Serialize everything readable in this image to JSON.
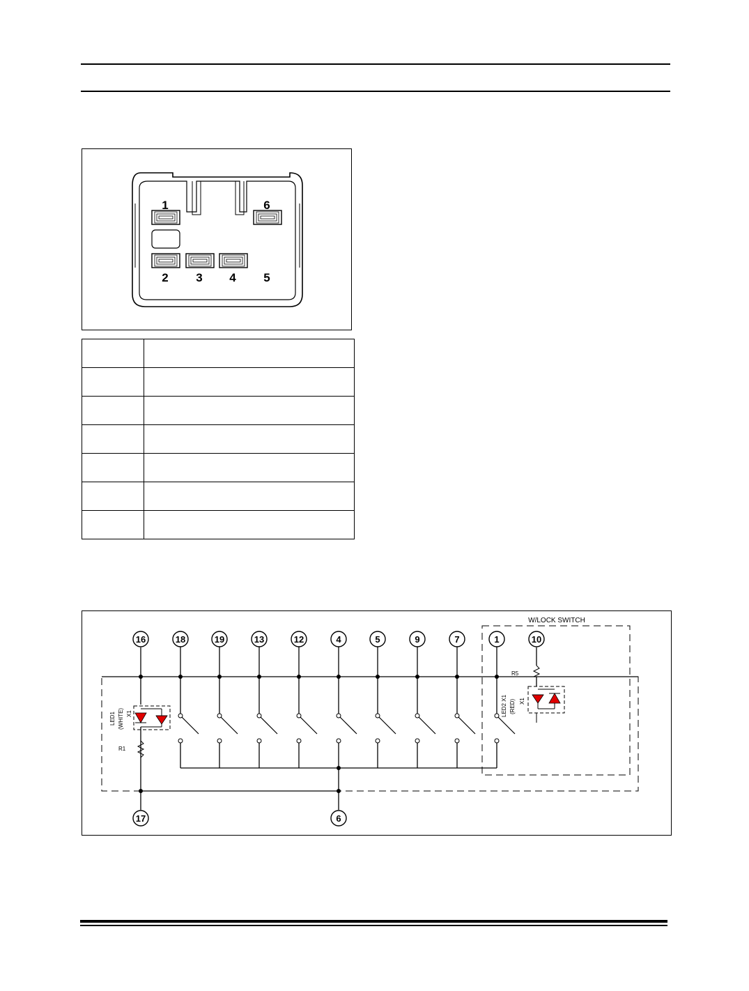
{
  "connector": {
    "pins": [
      {
        "label": "1",
        "cavity": "filled"
      },
      {
        "label": "6",
        "cavity": "filled"
      },
      {
        "label": "2",
        "cavity": "filled"
      },
      {
        "label": "3",
        "cavity": "filled"
      },
      {
        "label": "4",
        "cavity": "filled"
      },
      {
        "label": "5",
        "cavity": "empty"
      }
    ]
  },
  "pin_table": {
    "rows": [
      {
        "pin": "",
        "description": ""
      },
      {
        "pin": "",
        "description": ""
      },
      {
        "pin": "",
        "description": ""
      },
      {
        "pin": "",
        "description": ""
      },
      {
        "pin": "",
        "description": ""
      },
      {
        "pin": "",
        "description": ""
      },
      {
        "pin": "",
        "description": ""
      }
    ]
  },
  "schematic": {
    "top_terminals": [
      "16",
      "18",
      "19",
      "13",
      "12",
      "4",
      "5",
      "9",
      "7",
      "1",
      "10"
    ],
    "bottom_terminals": [
      "17",
      "6"
    ],
    "wlock_title": "W/LOCK SWITCH",
    "led1_label": "LED1",
    "led1_color": "(WHITE)",
    "led1_ref": "X1",
    "r1_label": "R1",
    "led2_label": "LED2 X1",
    "led2_color": "(RED)",
    "led2_ref": "X1",
    "r5_label": "R5",
    "colors": {
      "led_fill": "#e00000",
      "line": "#000000"
    }
  }
}
